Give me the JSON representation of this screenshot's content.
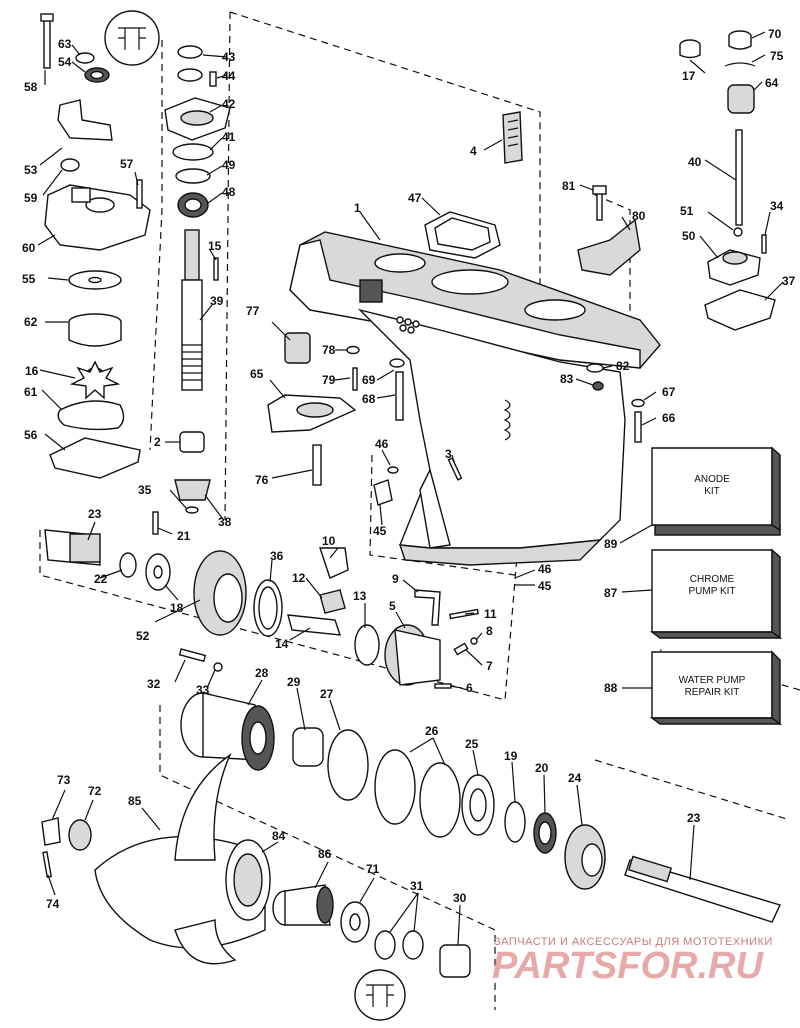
{
  "callouts": {
    "c1": "1",
    "c2": "2",
    "c3": "3",
    "c4": "4",
    "c5": "5",
    "c6": "6",
    "c7": "7",
    "c8": "8",
    "c9": "9",
    "c10": "10",
    "c11": "11",
    "c12": "12",
    "c13": "13",
    "c14": "14",
    "c15": "15",
    "c16": "16",
    "c17": "17",
    "c18": "18",
    "c19": "19",
    "c20": "20",
    "c21": "21",
    "c22": "22",
    "c23a": "23",
    "c23b": "23",
    "c24": "24",
    "c25": "25",
    "c26": "26",
    "c27": "27",
    "c28": "28",
    "c29": "29",
    "c30": "30",
    "c31": "31",
    "c32": "32",
    "c33": "33",
    "c34": "34",
    "c35": "35",
    "c36": "36",
    "c37": "37",
    "c38": "38",
    "c39": "39",
    "c40": "40",
    "c41": "41",
    "c42": "42",
    "c43": "43",
    "c44": "44",
    "c45a": "45",
    "c45b": "45",
    "c46a": "46",
    "c46b": "46",
    "c47": "47",
    "c48": "48",
    "c49": "49",
    "c50": "50",
    "c51": "51",
    "c52": "52",
    "c53": "53",
    "c54": "54",
    "c55": "55",
    "c56": "56",
    "c57": "57",
    "c58": "58",
    "c59": "59",
    "c60": "60",
    "c61": "61",
    "c62": "62",
    "c63": "63",
    "c64": "64",
    "c65": "65",
    "c66": "66",
    "c67": "67",
    "c68": "68",
    "c69": "69",
    "c70": "70",
    "c71": "71",
    "c72": "72",
    "c73": "73",
    "c74": "74",
    "c75": "75",
    "c76": "76",
    "c77": "77",
    "c78": "78",
    "c79": "79",
    "c80": "80",
    "c81": "81",
    "c82": "82",
    "c83": "83",
    "c84": "84",
    "c85": "85",
    "c86": "86",
    "c87": "87",
    "c88": "88",
    "c89": "89"
  },
  "kits": {
    "anode_line1": "ANODE",
    "anode_line2": "KIT",
    "chrome_line1": "CHROME",
    "chrome_line2": "PUMP KIT",
    "water_line1": "WATER PUMP",
    "water_line2": "REPAIR KIT"
  },
  "watermark": {
    "line1": "ЗАПЧАСТИ И АКСЕССУАРЫ ДЛЯ МОТОТЕХНИКИ",
    "brand": "PARTSFOR.RU"
  }
}
